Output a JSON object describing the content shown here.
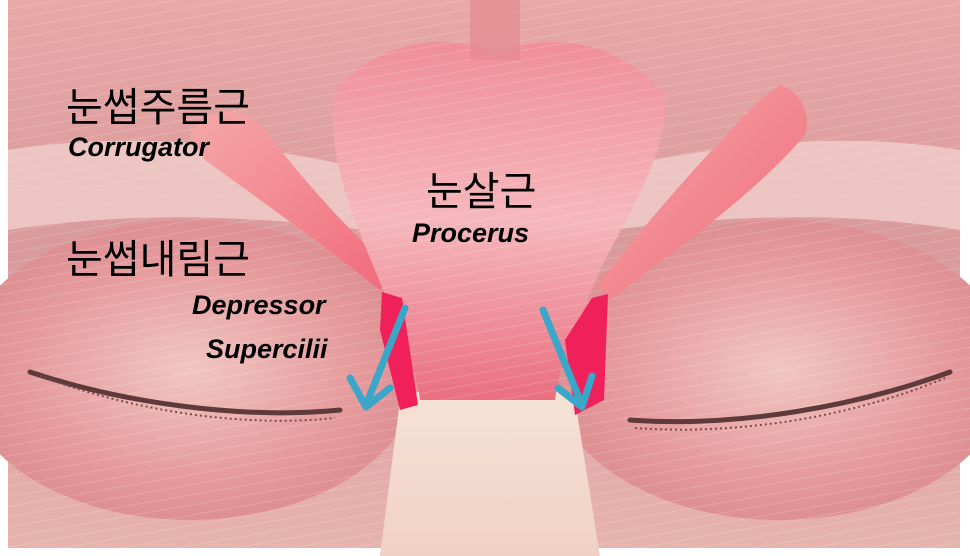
{
  "labels": {
    "corrugator": {
      "korean": "눈썹주름근",
      "latin": "Corrugator"
    },
    "procerus": {
      "korean": "눈살근",
      "latin": "Procerus"
    },
    "depressor": {
      "korean": "눈썹내림근",
      "latin_line1": "Depressor",
      "latin_line2": "Supercilii"
    }
  },
  "colors": {
    "muscle": "#e48a8e",
    "muscle_light": "#f2c2bf",
    "highlight_muscle": "#f0697a",
    "depressor_muscle": "#f0205a",
    "skin": "#f4d8cc",
    "arrow": "#3aa6c8",
    "label_text": "#000000"
  },
  "illustration": {
    "subject": "facial muscles around the brow and eyes",
    "arrows": "two teal arrows pointing down-and-outward from the depressor supercilii"
  }
}
